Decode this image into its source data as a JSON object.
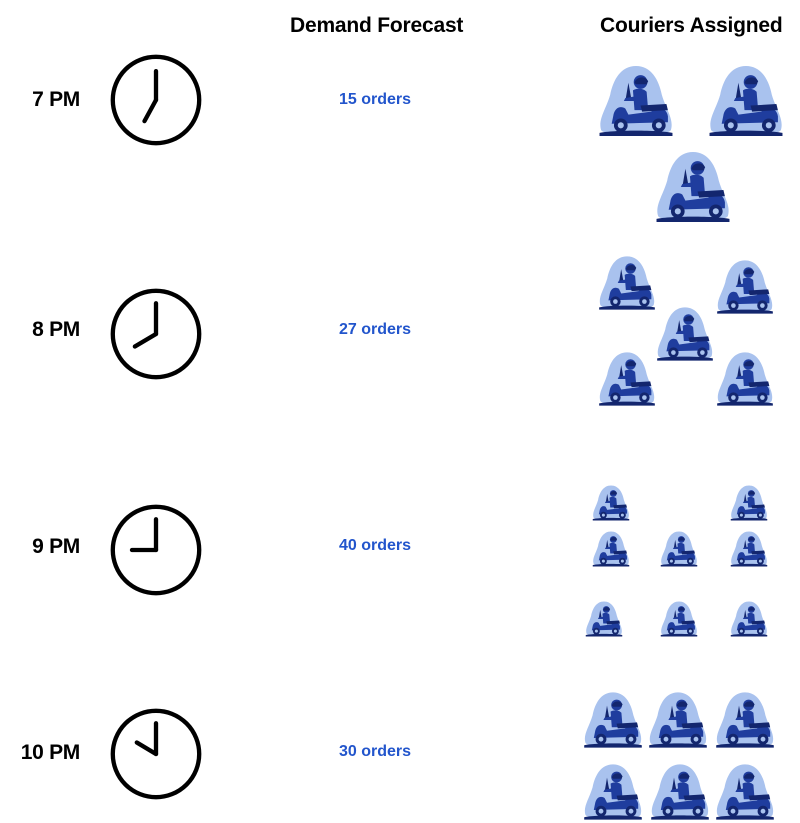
{
  "headers": {
    "demand": "Demand Forecast",
    "couriers": "Couriers Assigned"
  },
  "rows": [
    {
      "time": "7 PM",
      "orders": "15 orders",
      "clock_hour": 7,
      "couriers_assigned": 3
    },
    {
      "time": "8 PM",
      "orders": "27 orders",
      "clock_hour": 8,
      "couriers_assigned": 5
    },
    {
      "time": "9 PM",
      "orders": "40 orders",
      "clock_hour": 9,
      "couriers_assigned": 8
    },
    {
      "time": "10 PM",
      "orders": "30 orders",
      "clock_hour": 10,
      "couriers_assigned": 6
    }
  ],
  "colors": {
    "orders_text": "#2255cc",
    "courier_bg": "#a9c2ee",
    "courier_main": "#1f3d9e",
    "courier_dark": "#13266e"
  },
  "icons": {
    "clock": "clock-icon",
    "courier": "scooter-courier-icon"
  }
}
